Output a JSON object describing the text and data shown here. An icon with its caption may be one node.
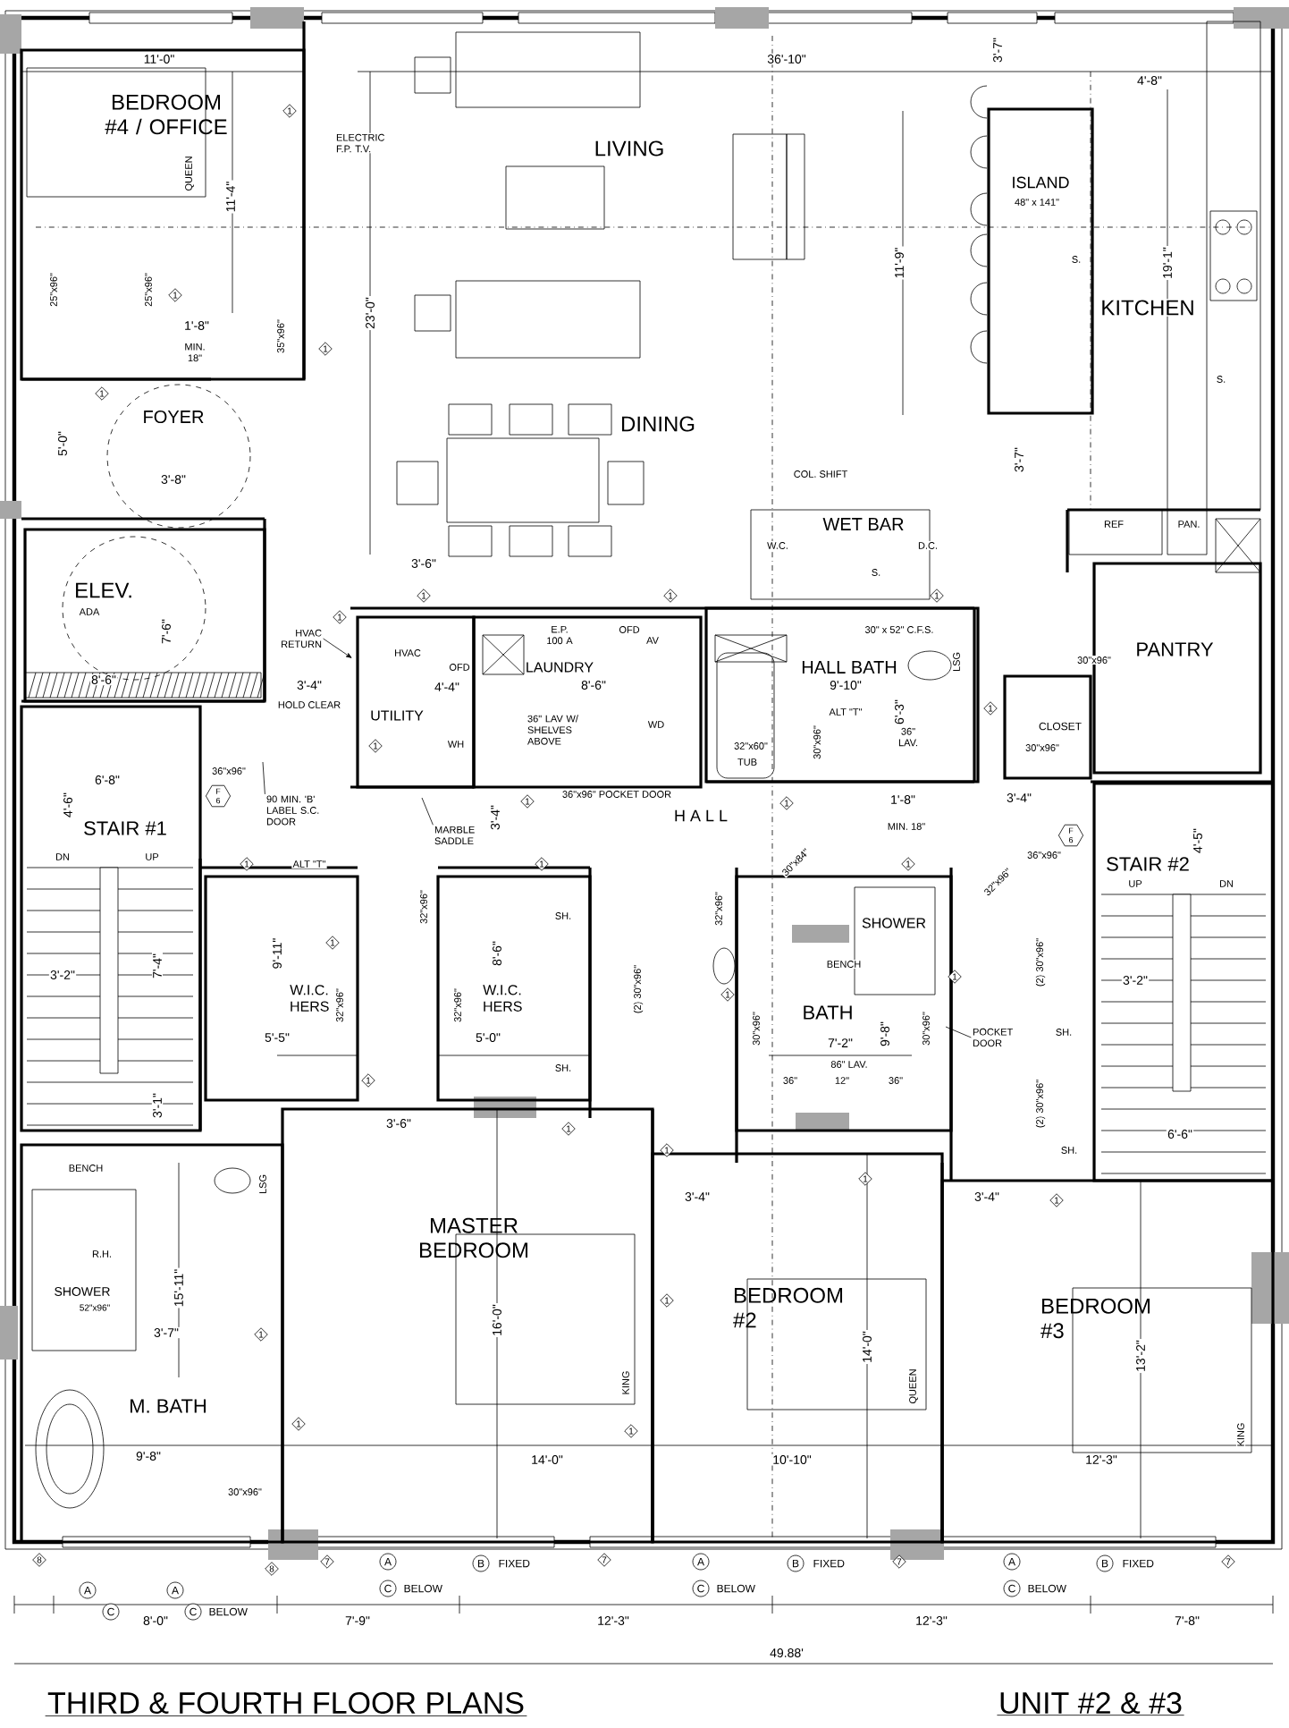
{
  "diagram": {
    "title": "THIRD & FOURTH FLOOR PLANS",
    "nodes": [
      {
        "text": [
          "BEDROOM #4 / OFFICE"
        ]
      },
      {
        "text": [
          "ISLAND",
          "48\" x 141\""
        ]
      },
      {
        "text": [
          "ELEV.",
          "ADA"
        ]
      },
      {
        "text": [
          "HVAC RETURN"
        ]
      },
      {
        "text": [
          "UTILITY"
        ]
      },
      {
        "text": [
          "LAUNDRY"
        ]
      },
      {
        "text": [
          "HALL BATH"
        ]
      },
      {
        "text": [
          "PANTRY"
        ]
      },
      {
        "text": [
          "CLOSET"
        ]
      },
      {
        "text": [
          "STAIR #1"
        ]
      },
      {
        "text": [
          "90 MIN. 'B' LABEL S.C. DOOR"
        ]
      },
      {
        "text": [
          "MARBLE SADDLE"
        ]
      },
      {
        "text": [
          "STAIR #2"
        ]
      },
      {
        "text": [
          "W.I.C. HERS"
        ]
      },
      {
        "text": [
          "W.I.C. HERS"
        ]
      },
      {
        "text": [
          "BATH"
        ]
      },
      {
        "text": [
          "SHOWER"
        ],
        "in": 15
      },
      {
        "text": [
          "POCKET DOOR"
        ]
      },
      {
        "text": [
          "MASTER BEDROOM"
        ]
      },
      {
        "text": [
          "M. BATH"
        ]
      },
      {
        "text": [
          "SHOWER",
          "52\"x96\""
        ],
        "in": 19
      },
      {
        "text": [
          "BEDROOM #2"
        ]
      },
      {
        "text": [
          "BEDROOM #3"
        ]
      }
    ],
    "edges": [
      {
        "from": 3,
        "to": null,
        "arrow": "to"
      },
      {
        "from": 10,
        "to": null,
        "arrow": "none"
      },
      {
        "from": 11,
        "to": null,
        "arrow": "none"
      },
      {
        "from": 17,
        "to": null,
        "arrow": "none"
      }
    ],
    "labels": [
      "11'-0\"",
      "36'-10\"",
      "3'-7\"",
      "4'-8\"",
      "1",
      "ELECTRIC F.P. T.V.",
      "LIVING",
      "QUEEN",
      "11'-4\"",
      "11'-9\"",
      "S.",
      "19'-1\"",
      "25\"x96\"",
      "25\"x96\"",
      "1",
      "KITCHEN",
      "23'-0\"",
      "1'-8\"",
      "35\"x96\"",
      "MIN. 18\"",
      "1",
      "S.",
      "1",
      "FOYER",
      "DINING",
      "5'-0\"",
      "3'-7\"",
      "COL. SHIFT",
      "3'-8\"",
      "WET BAR",
      "REF",
      "PAN.",
      "W.C.",
      "D.C.",
      "3'-6\"",
      "S.",
      "1",
      "1",
      "1",
      "1",
      "E.P. 100 A",
      "OFD",
      "30\" x 52\" C.F.S.",
      "7'-6\"",
      "AV",
      "HVAC",
      "LSG",
      "OFD",
      "30\"x96\"",
      "8'-6\"",
      "3'-4\"",
      "4'-4\"",
      "8'-6\"",
      "9'-10\"",
      "HOLD CLEAR",
      "1",
      "ALT \"T\"",
      "6'-3\"",
      "WD",
      "36\" LAV W/ SHELVES ABOVE",
      "36\" LAV.",
      "1",
      "WH",
      "32\"x60\"",
      "30\"x96\"",
      "30\"x96\"",
      "TUB",
      "36\"x96\"",
      "6'-8\"",
      "F 6",
      "1",
      "36\"x96\" POCKET DOOR",
      "1",
      "1'-8\"",
      "3'-4\"",
      "4'-6\"",
      "H A L L",
      "3'-4\"",
      "MIN. 18\"",
      "F 6",
      "4'-5\"",
      "DN",
      "UP",
      "1",
      "ALT \"T\"",
      "1",
      "30\"x84\"",
      "1",
      "36\"x96\"",
      "32\"x96\"",
      "UP",
      "DN",
      "32\"x96\"",
      "32\"x96\"",
      "SH.",
      "1",
      "9'-11\"",
      "8'-6\"",
      "BENCH",
      "(2) 30\"x96\"",
      "(2) 30\"x96\"",
      "7'-4\"",
      "3'-2\"",
      "1",
      "3'-2\"",
      "1",
      "32\"x96\"",
      "32\"x96\"",
      "30\"x96\"",
      "30\"x96\"",
      "SH.",
      "9'-8\"",
      "5'-5\"",
      "5'-0\"",
      "7'-2\"",
      "86\" LAV.",
      "SH.",
      "1",
      "36\"",
      "12\"",
      "36\"",
      "(2) 30\"x96\"",
      "3'-1\"",
      "3'-6\"",
      "1",
      "1",
      "SH.",
      "6'-6\"",
      "BENCH",
      "1",
      "LSG",
      "3'-4\"",
      "3'-4\"",
      "1",
      "R.H.",
      "15'-11\"",
      "1",
      "16'-0\"",
      "3'-7\"",
      "1",
      "14'-0\"",
      "13'-2\"",
      "KING",
      "QUEEN",
      "1",
      "1",
      "KING",
      "9'-8\"",
      "14'-0\"",
      "10'-10\"",
      "12'-3\"",
      "30\"x96\"",
      "8",
      "8",
      "7",
      "A",
      "B",
      "FIXED",
      "7",
      "A",
      "B",
      "FIXED",
      "7",
      "A",
      "B",
      "FIXED",
      "7",
      "A",
      "A",
      "C",
      "BELOW",
      "C",
      "BELOW",
      "C",
      "BELOW",
      "C",
      "C",
      "BELOW",
      "8'-0\"",
      "7'-9\"",
      "12'-3\"",
      "12'-3\"",
      "7'-8\"",
      "49.88'",
      "UNIT #2 & #3"
    ]
  }
}
